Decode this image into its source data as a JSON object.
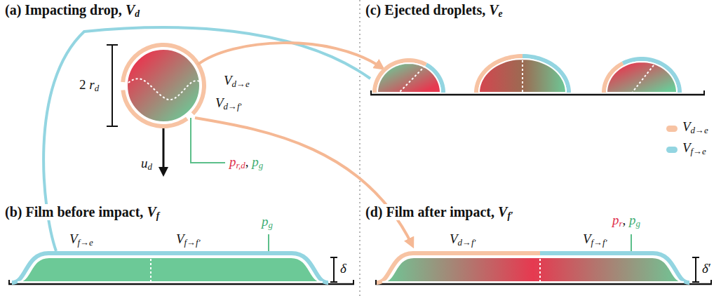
{
  "diagram": {
    "labels": [
      "(a) Impacting drop, Vd",
      "2 rd",
      "Vd→e",
      "Vd→f′",
      "ud",
      "pr,d, pg",
      "(b) Film before impact, Vf",
      "Vf→e",
      "Vf→f′",
      "pg",
      "δ",
      "(c) Ejected droplets, Ve",
      "(d) Film after impact, Vf′",
      "Vd→f′",
      "Vf→f′",
      "pr, pg",
      "δ′"
    ],
    "legend": [
      {
        "text": "Vd→e",
        "color": "#f7c3a3"
      },
      {
        "text": "Vf→e",
        "color": "#93d5e1"
      }
    ]
  }
}
